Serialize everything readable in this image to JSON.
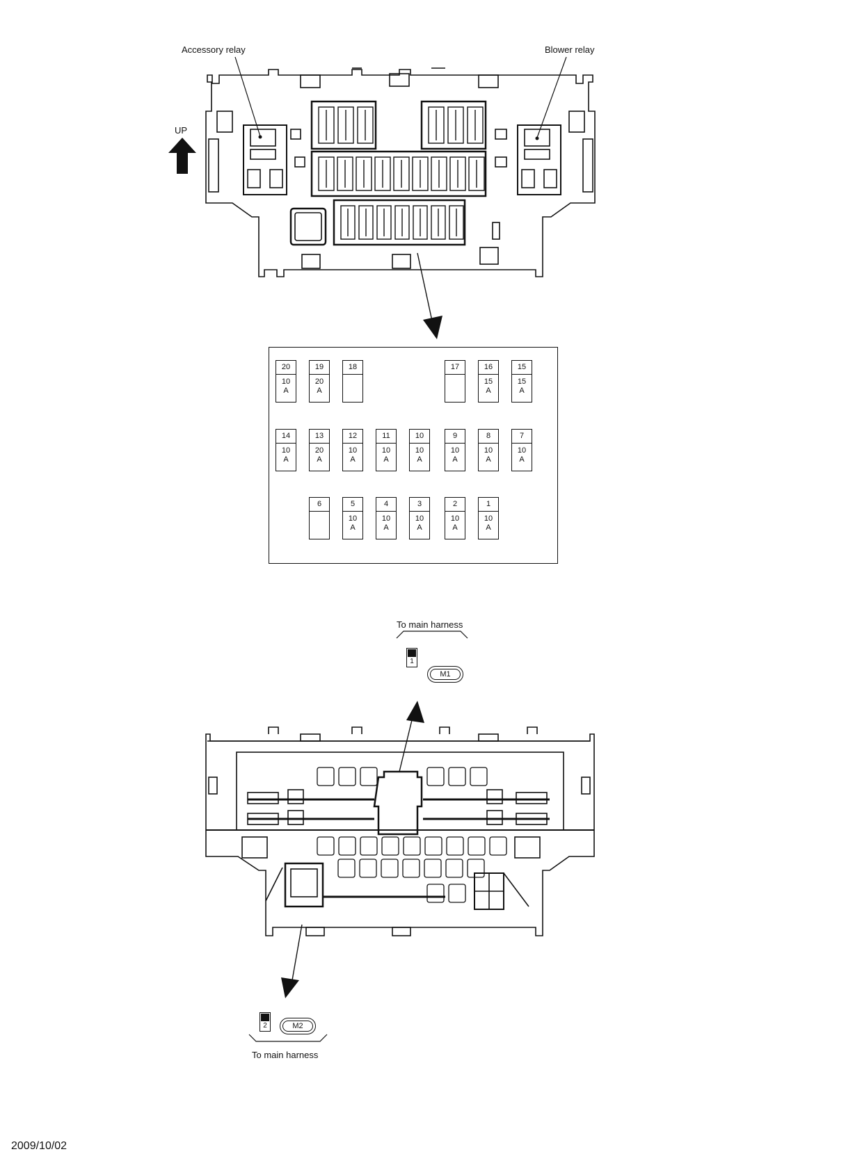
{
  "labels": {
    "accessory_relay": "Accessory relay",
    "blower_relay": "Blower relay",
    "up": "UP",
    "to_main_harness_top": "To main harness",
    "to_main_harness_bottom": "To main harness",
    "date": "2009/10/02"
  },
  "connectors": {
    "m1": {
      "pin": "1",
      "name": "M1"
    },
    "m2": {
      "pin": "2",
      "name": "M2"
    }
  },
  "fuses": {
    "row1": [
      {
        "num": "20",
        "amp": "10 A"
      },
      {
        "num": "19",
        "amp": "20 A"
      },
      {
        "num": "18",
        "amp": ""
      },
      {
        "num": "17",
        "amp": ""
      },
      {
        "num": "16",
        "amp": "15 A"
      },
      {
        "num": "15",
        "amp": "15 A"
      }
    ],
    "row2": [
      {
        "num": "14",
        "amp": "10 A"
      },
      {
        "num": "13",
        "amp": "20 A"
      },
      {
        "num": "12",
        "amp": "10 A"
      },
      {
        "num": "11",
        "amp": "10 A"
      },
      {
        "num": "10",
        "amp": "10 A"
      },
      {
        "num": "9",
        "amp": "10 A"
      },
      {
        "num": "8",
        "amp": "10 A"
      },
      {
        "num": "7",
        "amp": "10 A"
      }
    ],
    "row3": [
      {
        "num": "6",
        "amp": ""
      },
      {
        "num": "5",
        "amp": "10 A"
      },
      {
        "num": "4",
        "amp": "10 A"
      },
      {
        "num": "3",
        "amp": "10 A"
      },
      {
        "num": "2",
        "amp": "10 A"
      },
      {
        "num": "1",
        "amp": "10 A"
      }
    ]
  }
}
